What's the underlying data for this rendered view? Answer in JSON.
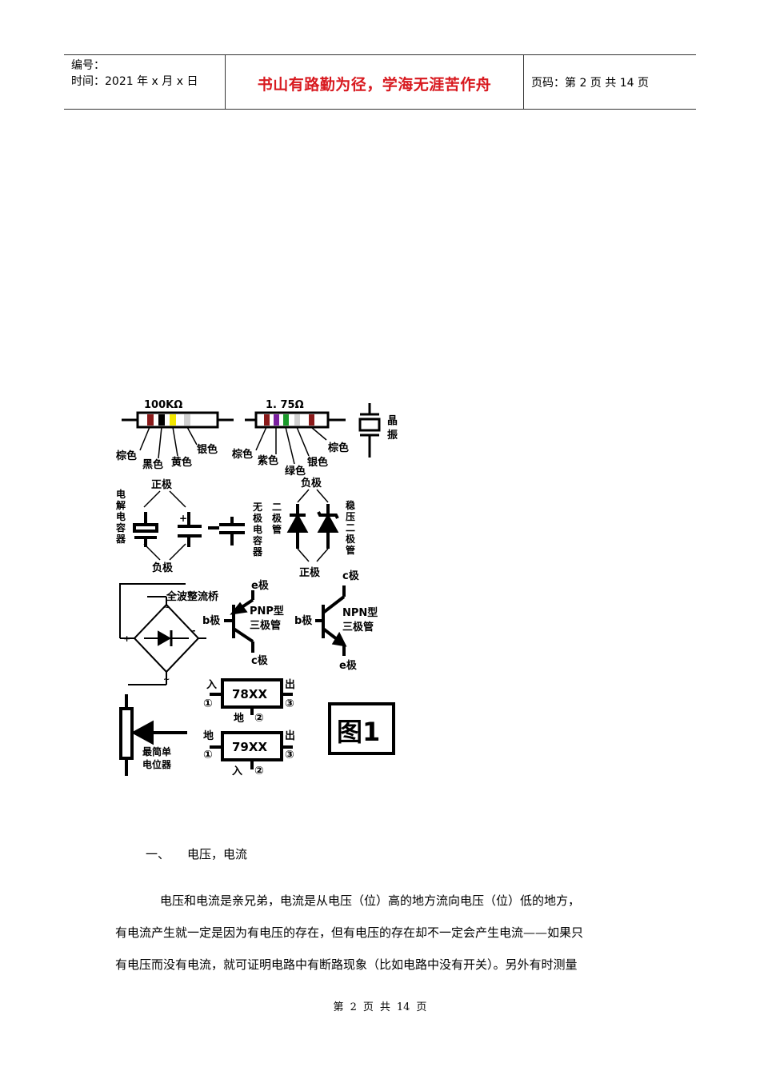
{
  "header": {
    "serial_label": "编号：",
    "time_label": "时间：2021 年 x 月 x 日",
    "motto": "书山有路勤为径，学海无涯苦作舟",
    "page_info": "页码：第 2 页  共 14 页"
  },
  "figure": {
    "resistor1_value": "100KΩ",
    "resistor2_value": "1. 75Ω",
    "r1_bands": [
      "棕色",
      "黑色",
      "黄色",
      "银色"
    ],
    "r2_bands": [
      "棕色",
      "紫色",
      "绿色",
      "银色",
      "棕色"
    ],
    "crystal_label": "晶振",
    "electrolytic_cap_label": "电解电容器",
    "nonpolar_cap_label": "无极电容器",
    "diode_label": "二极管",
    "zener_label": "稳压二极管",
    "positive": "正极",
    "negative": "负极",
    "bridge_label": "全波整流桥",
    "pnp_label": [
      "PNP型",
      "三极管"
    ],
    "npn_label": [
      "NPN型",
      "三极管"
    ],
    "e_pole": "e极",
    "b_pole": "b极",
    "c_pole": "c极",
    "reg1": {
      "chip": "78XX",
      "in": "入",
      "out": "出",
      "gnd": "地",
      "pin1": "①",
      "pin2": "②",
      "pin3": "③"
    },
    "reg2": {
      "chip": "79XX",
      "in": "入",
      "out": "出",
      "gnd": "地",
      "pin1": "①",
      "pin2": "②",
      "pin3": "③"
    },
    "pot_label": [
      "最简单",
      "电位器"
    ],
    "fig_label": "图1",
    "colors": {
      "brown": "#8b1a1a",
      "black": "#000000",
      "yellow": "#f2e600",
      "silver": "#d0d0d0",
      "purple": "#7a1fa0",
      "green": "#1a9a2a"
    }
  },
  "section": {
    "number": "一、",
    "title": "电压，电流"
  },
  "paragraph_lines": [
    "电压和电流是亲兄弟，电流是从电压（位）高的地方流向电压（位）低的地方，",
    "有电流产生就一定是因为有电压的存在，但有电压的存在却不一定会产生电流——如果只",
    "有电压而没有电流，就可证明电路中有断路现象（比如电路中没有开关）。另外有时测量"
  ],
  "footer": {
    "p1": "第",
    "page": "2",
    "p2": "页",
    "p3": "共",
    "total": "14",
    "p4": "页"
  }
}
